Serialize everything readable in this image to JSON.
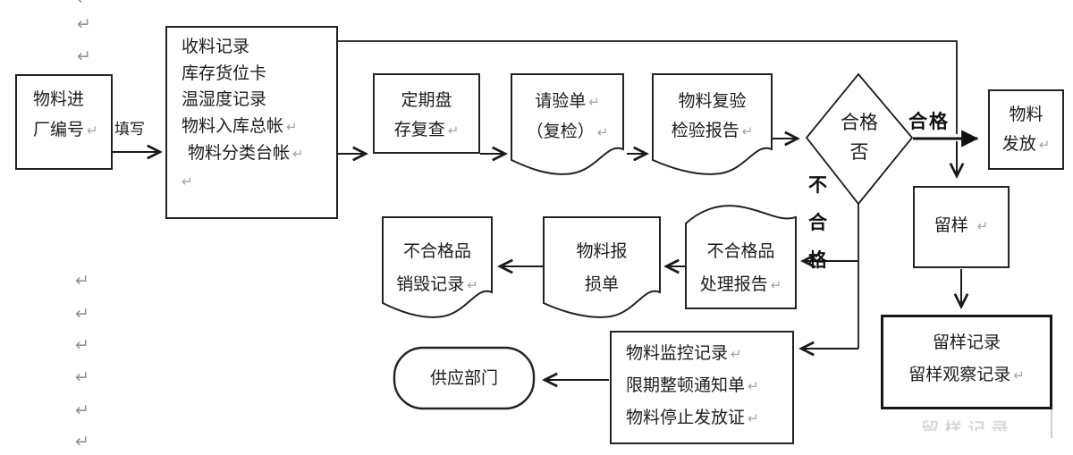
{
  "glyphs": {
    "ret": "↵"
  },
  "labels": {
    "fill_write": "填写",
    "qualified": "合格",
    "unqualified": [
      "不",
      "合",
      "格"
    ]
  },
  "nodes": {
    "entry": {
      "line1": "物料进",
      "line2": "厂编号"
    },
    "warehouse_records": {
      "line1": "收料记录",
      "line2": "库存货位卡",
      "line3": "温湿度记录",
      "line4": "物料入库总帐",
      "line5": "物料分类台帐"
    },
    "periodic_check": {
      "line1": "定期盘",
      "line2": "存复查"
    },
    "inspection_request": {
      "line1": "请验单",
      "line2": "（复检）"
    },
    "reinspection_report": {
      "line1": "物料复验",
      "line2": "检验报告"
    },
    "decision": {
      "line1": "合格",
      "line2": "否"
    },
    "material_release": {
      "line1": "物料",
      "line2": "发放"
    },
    "sample_retention": {
      "label": "留样"
    },
    "sample_records": {
      "line1": "留样记录",
      "line2": "留样观察记录"
    },
    "nonconforming_report": {
      "line1": "不合格品",
      "line2": "处理报告"
    },
    "material_loss": {
      "line1": "物料报",
      "line2": "损单"
    },
    "destroy_record": {
      "line1": "不合格品",
      "line2": "销毁记录"
    },
    "monitor_docs": {
      "line1": "物料监控记录",
      "line2": "限期整顿通知单",
      "line3": "物料停止发放证"
    },
    "supply_dept": {
      "label": "供应部门"
    },
    "faint_remnant": {
      "label": "留样记录"
    }
  }
}
